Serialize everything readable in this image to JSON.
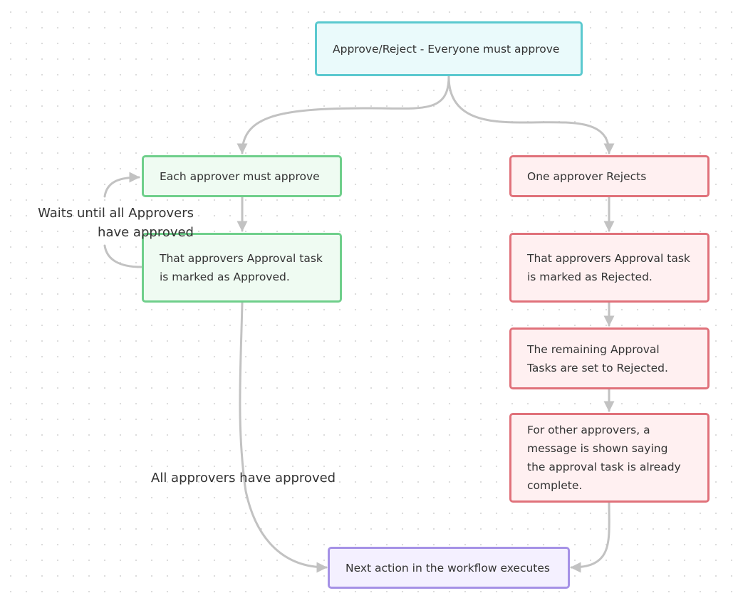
{
  "nodes": {
    "start": "Approve/Reject - Everyone must approve",
    "each_approver": "Each approver must approve",
    "approved_task": "That approvers Approval task is marked as Approved.",
    "one_rejects": "One approver Rejects",
    "rejected_task": "That approvers Approval task is marked as Rejected.",
    "remaining_rejected": "The remaining Approval Tasks are set to Rejected.",
    "other_message": "For other approvers, a message is shown saying the approval task is already complete.",
    "next_action": "Next action in the workflow executes"
  },
  "edge_labels": {
    "wait_loop": "Waits until all Approvers have approved",
    "all_approved": "All approvers have approved"
  },
  "colors": {
    "teal": "#5bc9cf",
    "green": "#6fcf8b",
    "red": "#e0717a",
    "purple": "#a591e6",
    "connector": "#c2c2c2"
  }
}
